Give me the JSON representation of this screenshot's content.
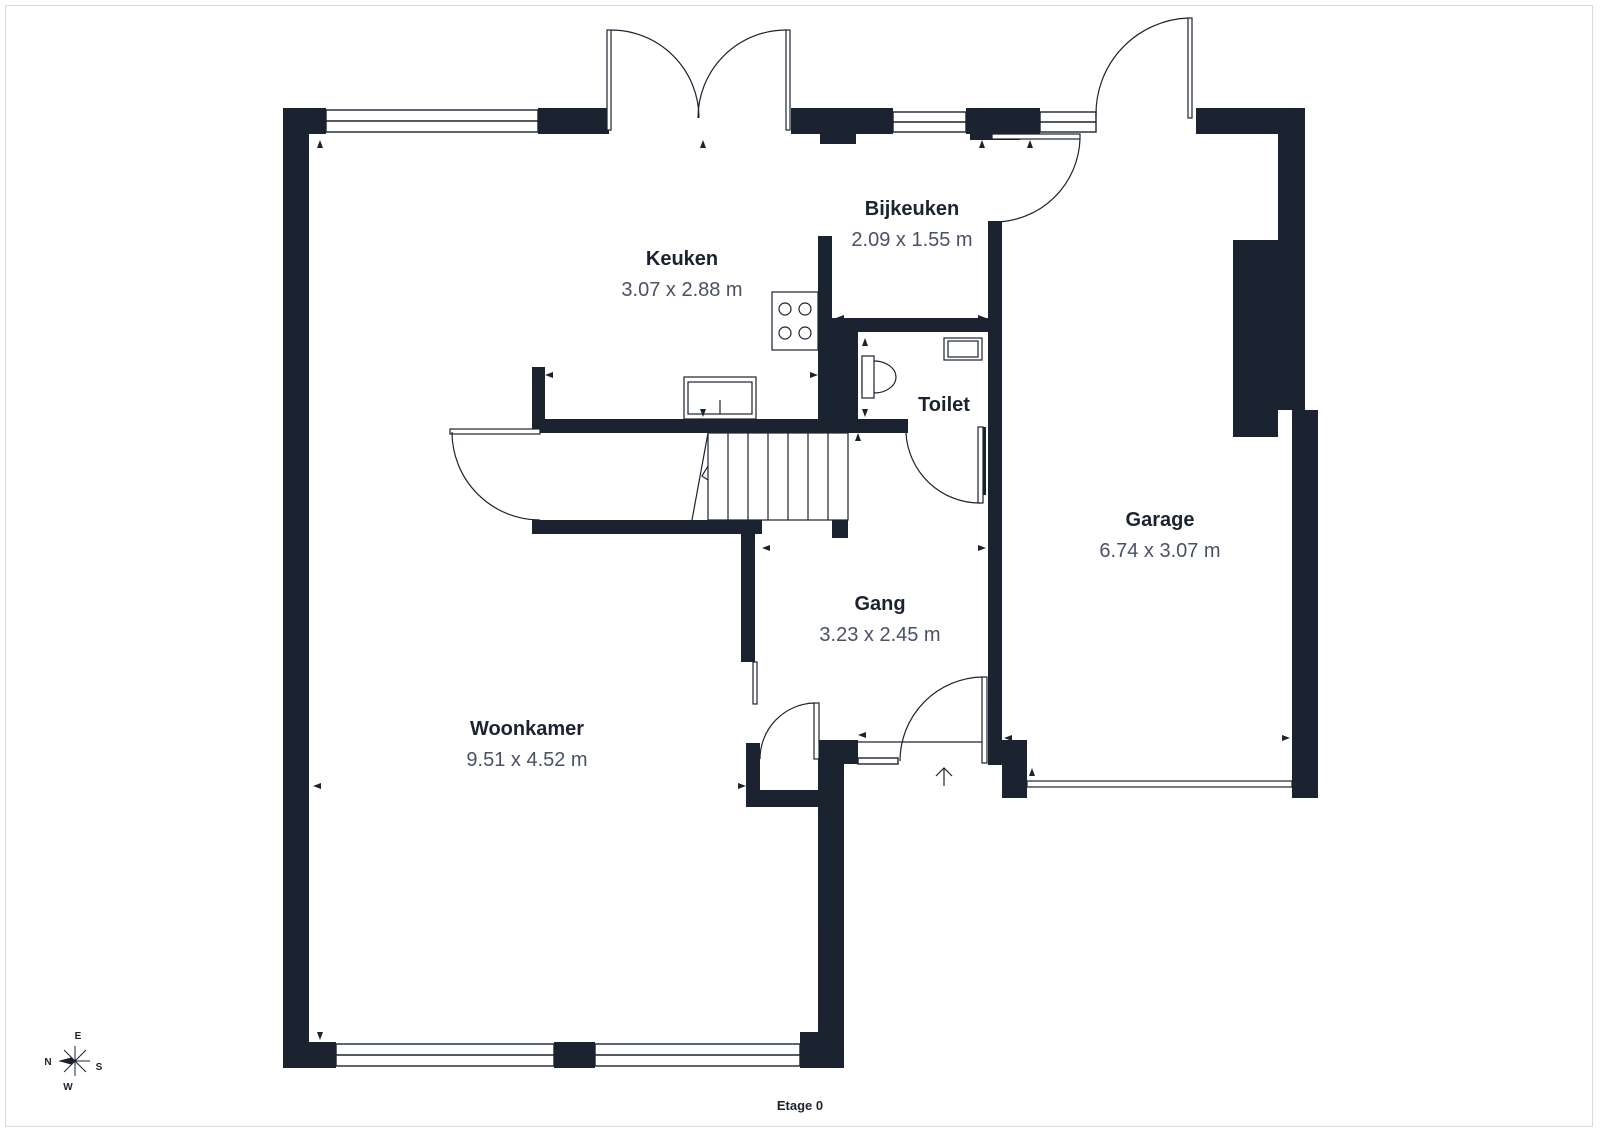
{
  "plan": {
    "floor_label": "Etage 0",
    "wall_color": "#1c2330",
    "rooms": [
      {
        "id": "keuken",
        "name": "Keuken",
        "dimensions": "3.07 x 2.88 m"
      },
      {
        "id": "bijkeuken",
        "name": "Bijkeuken",
        "dimensions": "2.09 x 1.55 m"
      },
      {
        "id": "toilet",
        "name": "Toilet",
        "dimensions": ""
      },
      {
        "id": "garage",
        "name": "Garage",
        "dimensions": "6.74 x 3.07 m"
      },
      {
        "id": "gang",
        "name": "Gang",
        "dimensions": "3.23 x 2.45 m"
      },
      {
        "id": "woonkamer",
        "name": "Woonkamer",
        "dimensions": "9.51 x 4.52 m"
      }
    ]
  },
  "compass": {
    "north": "N",
    "east": "E",
    "south": "S",
    "west": "W"
  }
}
